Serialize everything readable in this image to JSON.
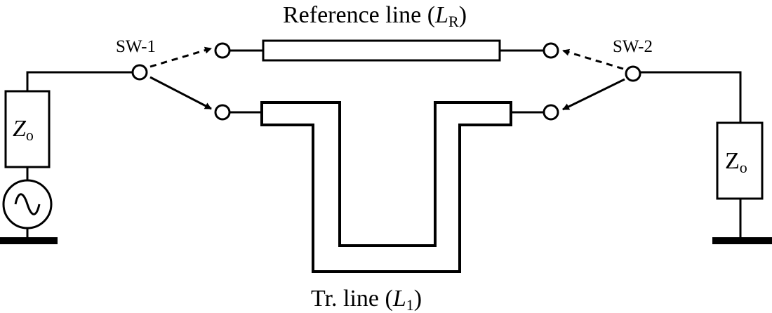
{
  "labels": {
    "reference_line": {
      "prefix": "Reference line (",
      "var": "L",
      "sub": "R",
      "suffix": ")"
    },
    "tr_line": {
      "prefix": "Tr. line (",
      "var": "L",
      "sub": "1",
      "suffix": ")"
    },
    "sw1": "SW-1",
    "sw2": "SW-2",
    "source_impedance": {
      "var": "Z",
      "sub": "o"
    },
    "load_impedance": {
      "var": "Z",
      "sub": "o"
    }
  },
  "switch_states": {
    "sw1": {
      "active": "tr-line",
      "inactive": "reference-line"
    },
    "sw2": {
      "active": "tr-line",
      "inactive": "reference-line"
    }
  },
  "icons": {
    "source": "ac-source-icon",
    "ground": "ground-icon"
  }
}
